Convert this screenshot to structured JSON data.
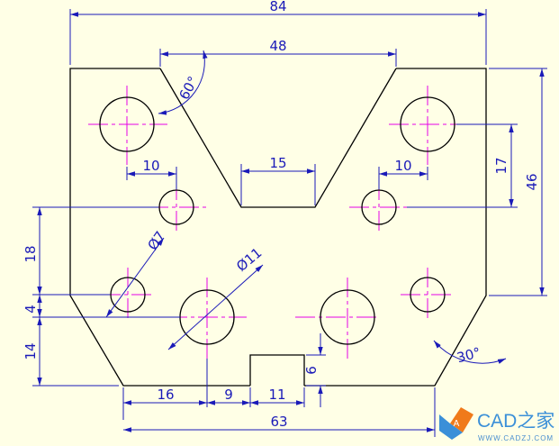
{
  "dimensions": {
    "width_total": "84",
    "top_notch": "48",
    "bottom_notch": "15",
    "angle_top": "60°",
    "angle_bottom": "30°",
    "offset_left": "10",
    "offset_right": "10",
    "height_right_17": "17",
    "height_right_46": "46",
    "height_left_18": "18",
    "height_left_4": "4",
    "height_left_14": "14",
    "dia_small": "Ø7",
    "dia_large": "Ø11",
    "bottom_16": "16",
    "bottom_9": "9",
    "bottom_11": "11",
    "slot_6": "6",
    "bottom_63": "63"
  },
  "logo": {
    "text": "CAD之家",
    "url": "WWW.CADZJ.COM",
    "icon_letter": "A"
  },
  "colors": {
    "background": "#ffffe6",
    "outline": "#000000",
    "dimension": "#1a1ab8",
    "centerline": "#e600e6"
  }
}
